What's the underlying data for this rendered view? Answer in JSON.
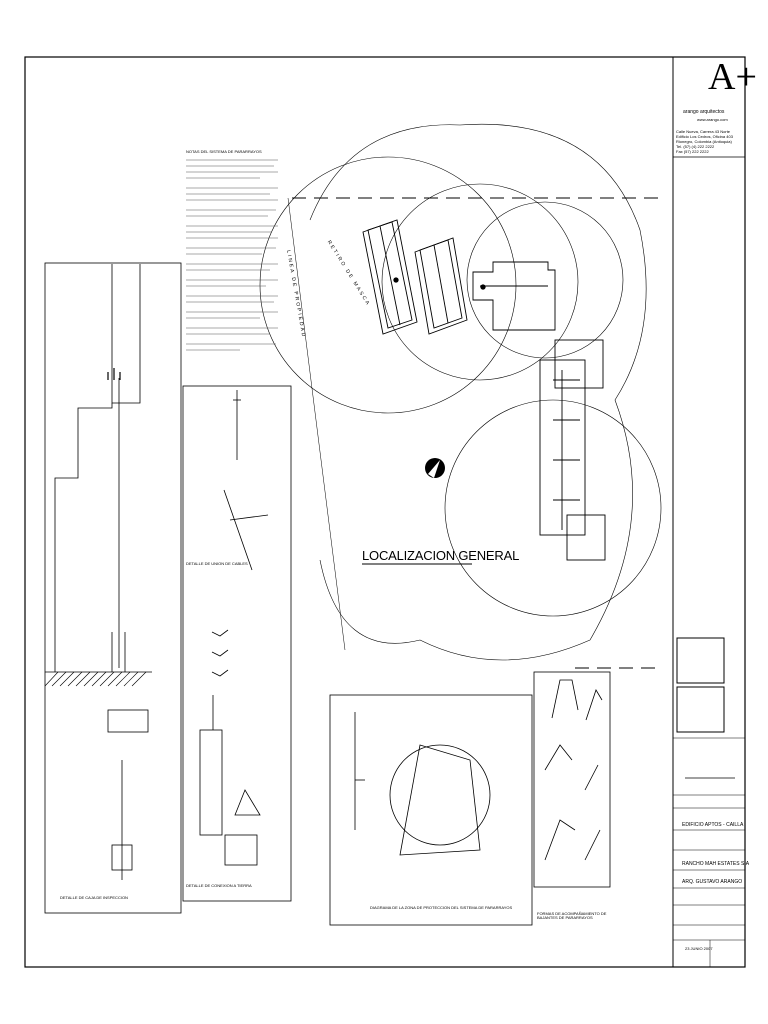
{
  "titleblock": {
    "logo": "A+",
    "firm": "arango arquitectos",
    "firm_web": "www.arango.com",
    "firm_address": [
      "Calle Nueva, Carrera 43 Norte",
      "Edificio Los Cedros, Oficina 403",
      "Rionegro, Colombia (Antioquia)",
      "Tel. (57) (4) 222 2222",
      "Fax (57) 222 2222"
    ],
    "project": "EDIFICIO APTOS - CAILLA",
    "owner": "RANCHO MAH ESTATES S.A",
    "architect": "ARQ. GUSTAVO ARANGO",
    "date": "23 JUNIO 2007"
  },
  "drawing": {
    "main_title": "LOCALIZACION GENERAL",
    "property_line_label": "LINEA DE PROPIEDAD",
    "setback_label": "RETIRO DE MASCA",
    "notes_heading": "NOTAS DEL SISTEMA DE PARARRAYOS",
    "detail_titles": [
      "DETALLE DE UNION DE CABLES",
      "DETALLE DE CONEXION A TIERRA",
      "DETALLE DE CAJA DE INSPECCION",
      "DIAGRAMA DE LA ZONA DE PROTECCION DEL SISTEMA DE PARARRAYOS",
      "FORMAS DE ACOMPAÑAMIENTO DE BAJANTES DE PARARRAYOS"
    ]
  }
}
